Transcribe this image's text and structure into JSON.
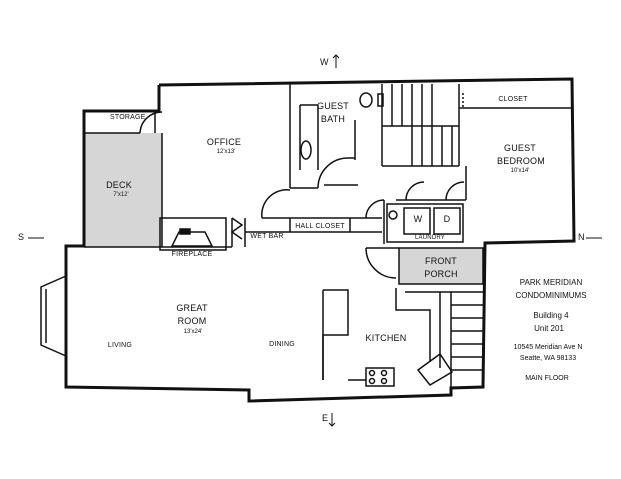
{
  "compass": {
    "west": "W",
    "east": "E",
    "south": "S",
    "north": "N"
  },
  "rooms": {
    "storage": "STORAGE",
    "office": "OFFICE",
    "office_dim": "12'x13'",
    "guest_bath_1": "GUEST",
    "guest_bath_2": "BATH",
    "closet": "CLOSET",
    "guest_bedroom_1": "GUEST",
    "guest_bedroom_2": "BEDROOM",
    "guest_bedroom_dim": "10'x14'",
    "deck": "DECK",
    "deck_dim": "7'x12'",
    "wet_bar": "WET BAR",
    "hall_closet": "HALL CLOSET",
    "fireplace": "FIREPLACE",
    "laundry": "LAUNDRY",
    "washer": "W",
    "dryer": "D",
    "front_porch_1": "FRONT",
    "front_porch_2": "PORCH",
    "great_room_1": "GREAT",
    "great_room_2": "ROOM",
    "great_room_dim": "13'x24'",
    "living": "LIVING",
    "dining": "DINING",
    "kitchen": "KITCHEN"
  },
  "info": {
    "line1": "PARK MERIDIAN",
    "line2": "CONDOMINIMUMS",
    "building": "Building 4",
    "unit": "Unit 201",
    "address1": "10545 Meridian Ave N",
    "address2": "Seatte, WA 98133",
    "floor": "MAIN FLOOR"
  }
}
